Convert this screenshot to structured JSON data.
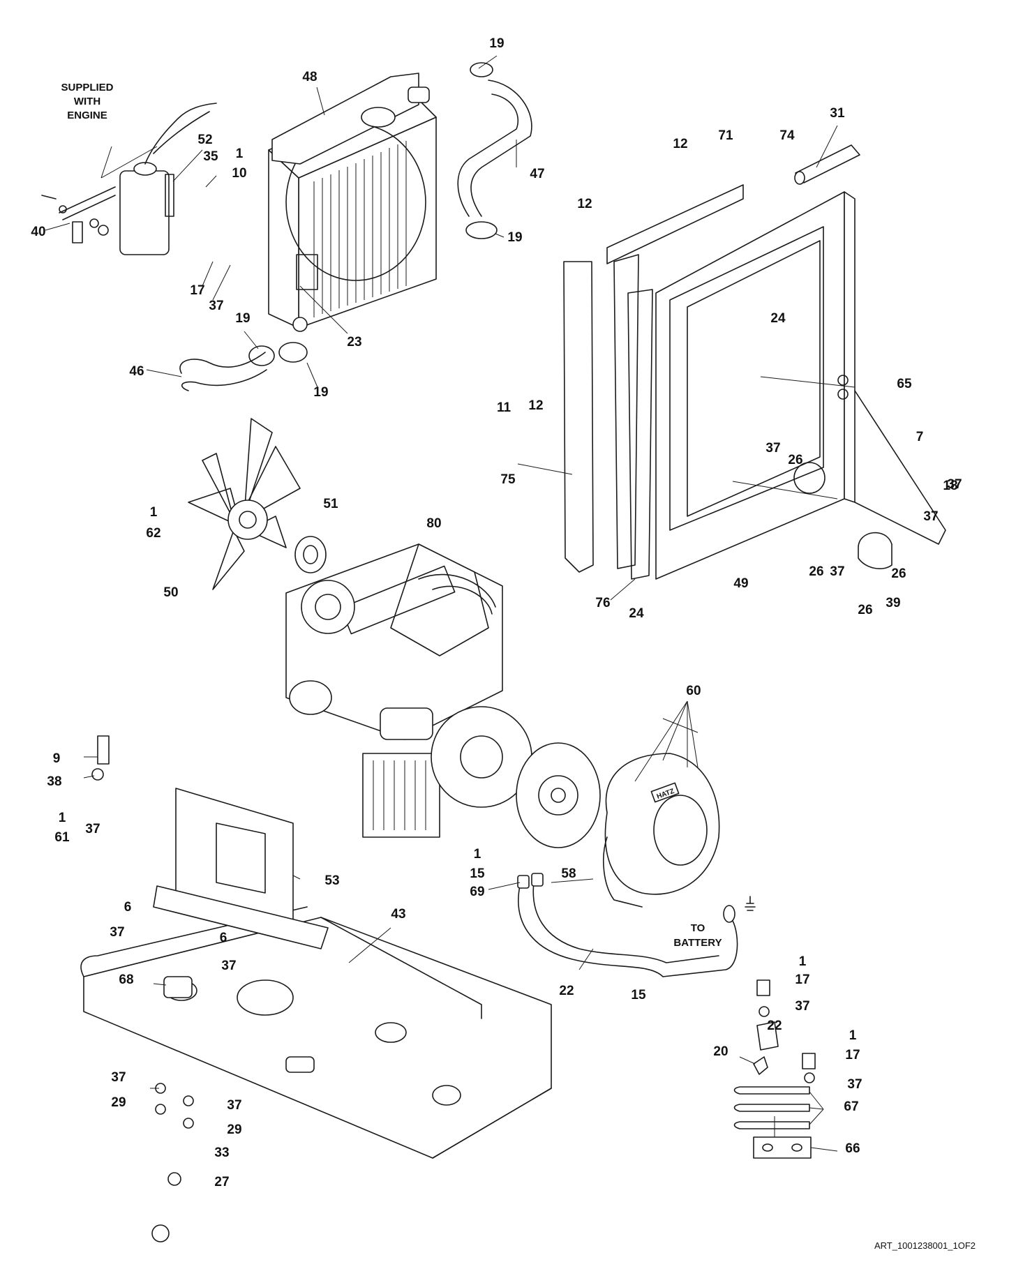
{
  "diagram": {
    "notes": {
      "supplied_with_engine": [
        "SUPPLIED",
        "WITH",
        "ENGINE"
      ],
      "to_battery": [
        "TO",
        "BATTERY"
      ],
      "hatz_badge": "HATZ"
    },
    "drawing_ref": "ART_1001238001_1OF2",
    "callouts": [
      "19",
      "48",
      "52",
      "1",
      "35",
      "10",
      "47",
      "40",
      "19",
      "17",
      "37",
      "23",
      "19",
      "46",
      "19",
      "31",
      "12",
      "71",
      "74",
      "12",
      "24",
      "65",
      "11",
      "12",
      "37",
      "26",
      "7",
      "75",
      "37",
      "18",
      "37",
      "26",
      "37",
      "26",
      "76",
      "24",
      "49",
      "26",
      "39",
      "1",
      "62",
      "51",
      "80",
      "50",
      "60",
      "9",
      "38",
      "1",
      "61",
      "37",
      "53",
      "1",
      "15",
      "69",
      "58",
      "6",
      "37",
      "6",
      "43",
      "37",
      "68",
      "22",
      "15",
      "1",
      "17",
      "37",
      "22",
      "20",
      "1",
      "17",
      "37",
      "67",
      "37",
      "37",
      "29",
      "29",
      "33",
      "27",
      "66"
    ]
  }
}
